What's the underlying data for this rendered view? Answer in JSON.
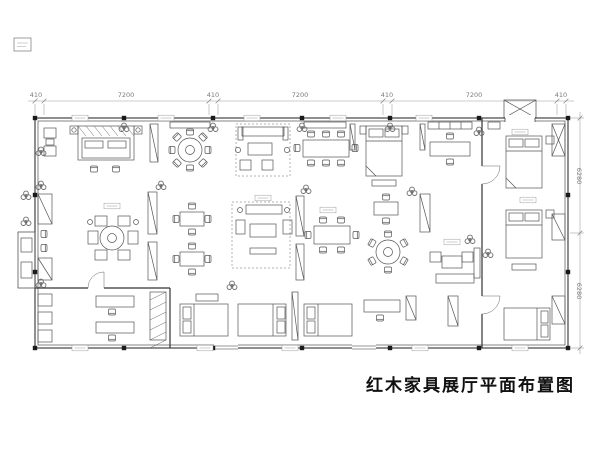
{
  "title": "红木家具展厅平面布置图",
  "dimensions": {
    "top": [
      "410",
      "7200",
      "410",
      "7200",
      "410",
      "7200",
      "410"
    ],
    "right": [
      "6280",
      "6280"
    ]
  }
}
